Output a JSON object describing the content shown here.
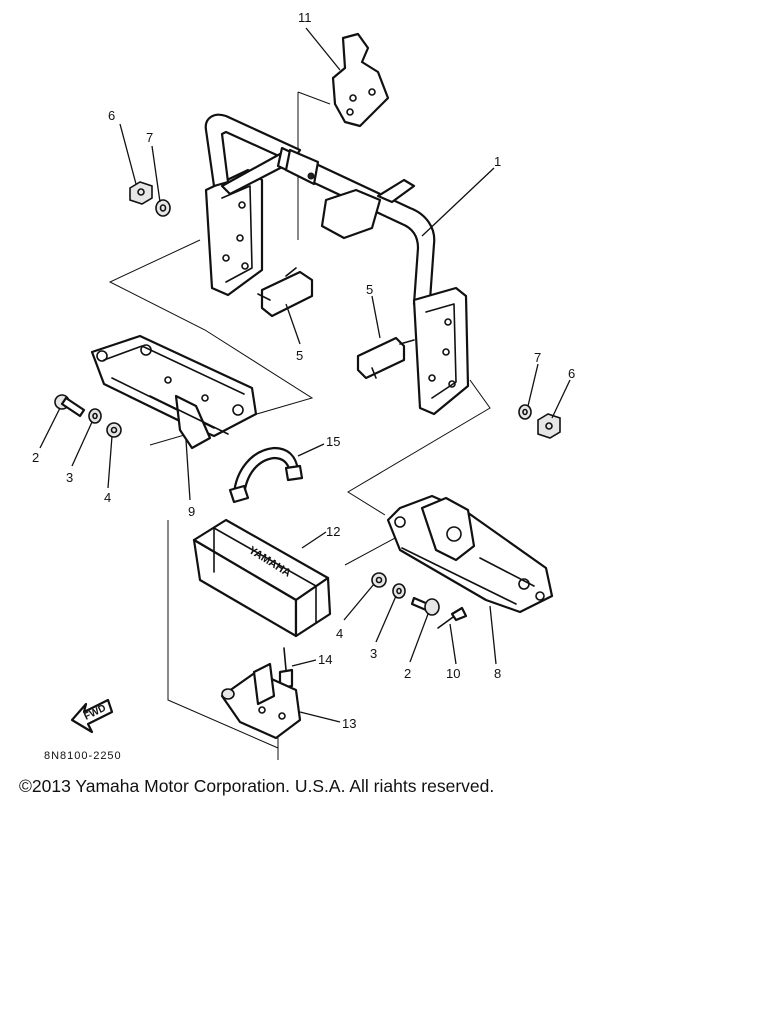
{
  "diagram": {
    "drawing_code": "8N8100-2250",
    "fwd_label": "FWD",
    "brand_mark": "YAMAHA",
    "callouts": {
      "c1": "1",
      "c2a": "2",
      "c2b": "2",
      "c3a": "3",
      "c3b": "3",
      "c4a": "4",
      "c4b": "4",
      "c5a": "5",
      "c5b": "5",
      "c6a": "6",
      "c6b": "6",
      "c7a": "7",
      "c7b": "7",
      "c8": "8",
      "c9": "9",
      "c10": "10",
      "c11": "11",
      "c12": "12",
      "c13": "13",
      "c14": "14",
      "c15": "15"
    }
  },
  "footer": {
    "copyright": "©2013 Yamaha Motor Corporation. U.S.A. All riahts reserved."
  }
}
